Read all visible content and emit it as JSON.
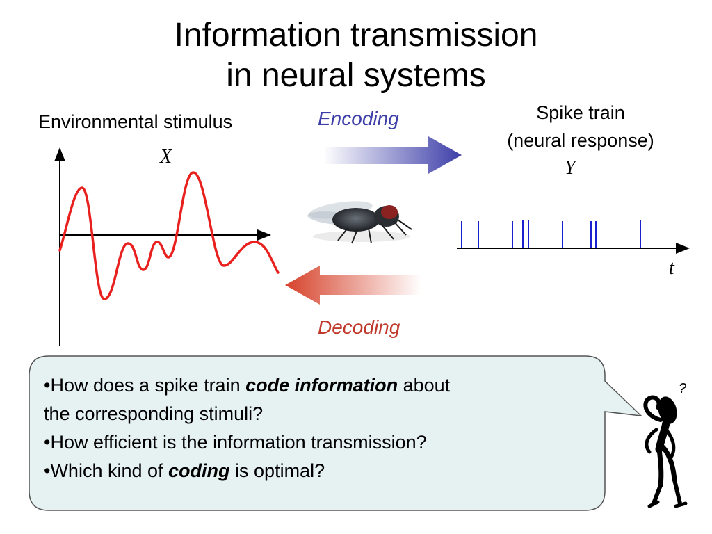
{
  "slide": {
    "title_line1": "Information transmission",
    "title_line2": "in neural systems"
  },
  "stimulus": {
    "label": "Environmental stimulus",
    "variable": "X",
    "signal_color": "#e8211f"
  },
  "encoding": {
    "label": "Encoding",
    "color": "#3d3ea8"
  },
  "decoding": {
    "label": "Decoding",
    "color": "#c0392b"
  },
  "response": {
    "label_line1": "Spike train",
    "label_line2": "(neural response)",
    "variable": "Y",
    "time_label": "t",
    "spike_color": "#1a22d0"
  },
  "questions": {
    "q1_part1": "•How does a spike train ",
    "q1_emph": "code information",
    "q1_part2": " about",
    "q1_line2": "the corresponding stimuli?",
    "q2": "•How efficient is the information transmission?",
    "q3_part1": "•Which kind of ",
    "q3_emph": "coding",
    "q3_part2": " is optimal?"
  },
  "icons": {
    "center": "fly-icon",
    "thinker": "thinking-person-icon",
    "thought_mark": "?"
  }
}
